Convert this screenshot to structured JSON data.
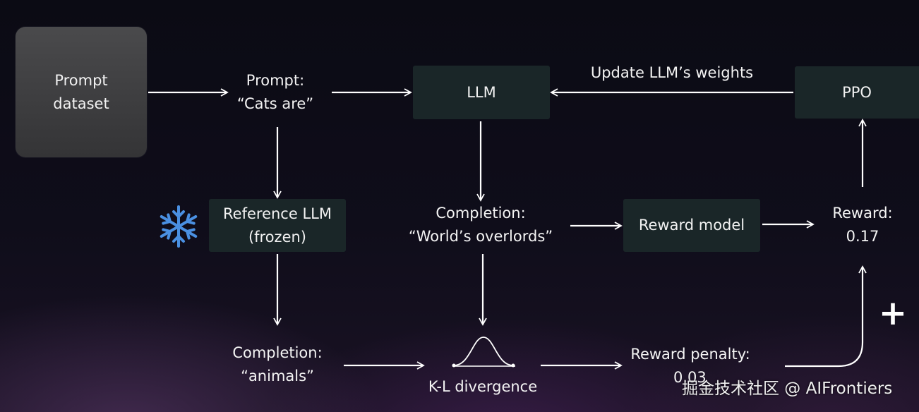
{
  "nodes": {
    "prompt_dataset": {
      "line1": "Prompt",
      "line2": "dataset"
    },
    "prompt": {
      "line1": "Prompt:",
      "line2": "“Cats are”"
    },
    "llm": {
      "label": "LLM"
    },
    "update_weights": {
      "label": "Update LLM’s weights"
    },
    "ppo": {
      "label": "PPO"
    },
    "reference_llm": {
      "line1": "Reference LLM",
      "line2": "(frozen)"
    },
    "completion_main": {
      "line1": "Completion:",
      "line2": "“World’s overlords”"
    },
    "reward_model": {
      "label": "Reward model"
    },
    "reward": {
      "line1": "Reward:",
      "line2": "0.17"
    },
    "completion_ref": {
      "line1": "Completion:",
      "line2": "“animals”"
    },
    "kl_divergence": {
      "label": "K-L divergence"
    },
    "reward_penalty": {
      "line1": "Reward penalty:",
      "line2": "0.03"
    },
    "plus": {
      "label": "+"
    }
  },
  "icons": {
    "frozen": "snowflake-icon",
    "distribution": "bell-curve-icon"
  },
  "colors": {
    "snowflake": "#4a90e2",
    "arrow": "#ffffff"
  },
  "watermark": "掘金技术社区 @ AIFrontiers"
}
